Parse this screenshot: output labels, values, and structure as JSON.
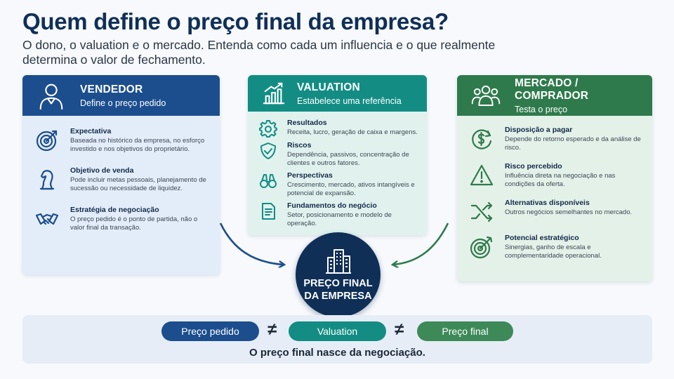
{
  "title": "Quem define o preço final da empresa?",
  "subtitle": "O dono, o valuation e o mercado. Entenda como cada um influencia e o que realmente determina o valor de fechamento.",
  "seller": {
    "title": "VENDEDOR",
    "subtitle": "Define o preço pedido",
    "icon": "person-icon",
    "color": "#1c4e8e",
    "items": [
      {
        "title": "Expectativa",
        "text": "Baseada no histórico da empresa, no esforço investido e nos objetivos do proprietário.",
        "icon": "target-icon"
      },
      {
        "title": "Objetivo de venda",
        "text": "Pode incluir metas pessoais, planejamento de sucessão ou necessidade de liquidez.",
        "icon": "chess-knight-icon"
      },
      {
        "title": "Estratégia de negociação",
        "text": "O preço pedido é o ponto de partida, não o valor final da transação.",
        "icon": "handshake-icon"
      }
    ]
  },
  "valuation": {
    "title": "VALUATION",
    "subtitle": "Estabelece uma referência",
    "icon": "growth-chart-icon",
    "color": "#138d84",
    "items": [
      {
        "title": "Resultados",
        "text": "Receita, lucro, geração de caixa e margens.",
        "icon": "gear-icon"
      },
      {
        "title": "Riscos",
        "text": "Dependência, passivos, concentração de clientes e outros fatores.",
        "icon": "shield-icon"
      },
      {
        "title": "Perspectivas",
        "text": "Crescimento, mercado, ativos intangíveis e potencial de expansão.",
        "icon": "binoculars-icon"
      },
      {
        "title": "Fundamentos do negócio",
        "text": "Setor, posicionamento e modelo de operação.",
        "icon": "document-icon"
      }
    ]
  },
  "market": {
    "title": "MERCADO / COMPRADOR",
    "subtitle": "Testa o preço",
    "icon": "people-group-icon",
    "color": "#2f7a4c",
    "items": [
      {
        "title": "Disposição a pagar",
        "text": "Depende do retorno esperado e da análise de risco.",
        "icon": "dollar-cycle-icon"
      },
      {
        "title": "Risco percebido",
        "text": "Influência direta na negociação e nas condições da oferta.",
        "icon": "warning-icon"
      },
      {
        "title": "Alternativas disponíveis",
        "text": "Outros negócios semelhantes no mercado.",
        "icon": "shuffle-icon"
      },
      {
        "title": "Potencial estratégico",
        "text": "Sinergias, ganho de escala e complementaridade operacional.",
        "icon": "target-arrow-icon"
      }
    ]
  },
  "center": {
    "label": "PREÇO FINAL DA EMPRESA",
    "icon": "building-icon",
    "color": "#0f2f57"
  },
  "bottom": {
    "pills": [
      "Preço pedido",
      "Valuation",
      "Preço final"
    ],
    "neq": "≠",
    "conclusion": "O preço final nasce da negociação."
  }
}
